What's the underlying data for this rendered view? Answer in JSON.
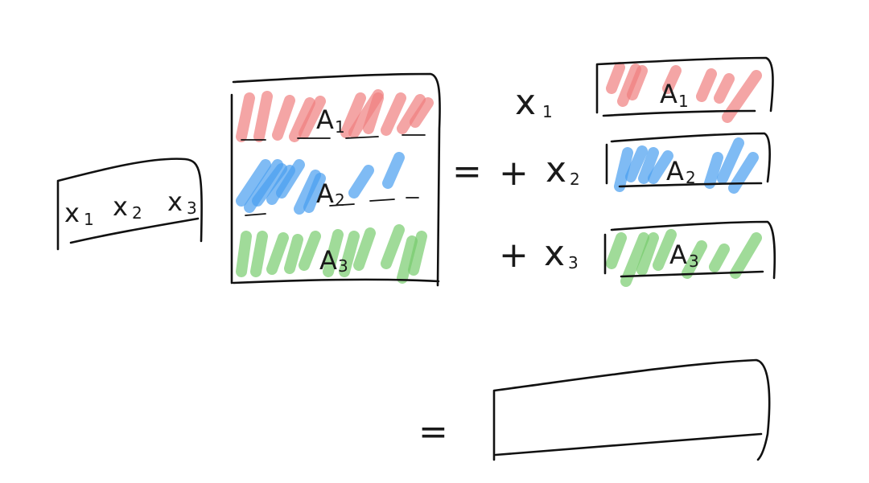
{
  "colors": {
    "ink": "#111111",
    "row1": "#f08080",
    "row2": "#4a9ff0",
    "row3": "#78cc6e"
  },
  "vector": {
    "entries": [
      {
        "base": "x",
        "sub": "1"
      },
      {
        "base": "x",
        "sub": "2"
      },
      {
        "base": "x",
        "sub": "3"
      }
    ]
  },
  "matrix": {
    "rows": [
      {
        "base": "A",
        "sub": "1",
        "color_key": "row1"
      },
      {
        "base": "A",
        "sub": "2",
        "color_key": "row2"
      },
      {
        "base": "A",
        "sub": "3",
        "color_key": "row3"
      }
    ]
  },
  "equation": {
    "equals": "=",
    "plus": "+",
    "terms": [
      {
        "coef_base": "x",
        "coef_sub": "1",
        "row_base": "A",
        "row_sub": "1",
        "color_key": "row1",
        "has_plus": false
      },
      {
        "coef_base": "x",
        "coef_sub": "2",
        "row_base": "A",
        "row_sub": "2",
        "color_key": "row2",
        "has_plus": true
      },
      {
        "coef_base": "x",
        "coef_sub": "3",
        "row_base": "A",
        "row_sub": "3",
        "color_key": "row3",
        "has_plus": true
      }
    ]
  },
  "result": {
    "equals": "="
  }
}
